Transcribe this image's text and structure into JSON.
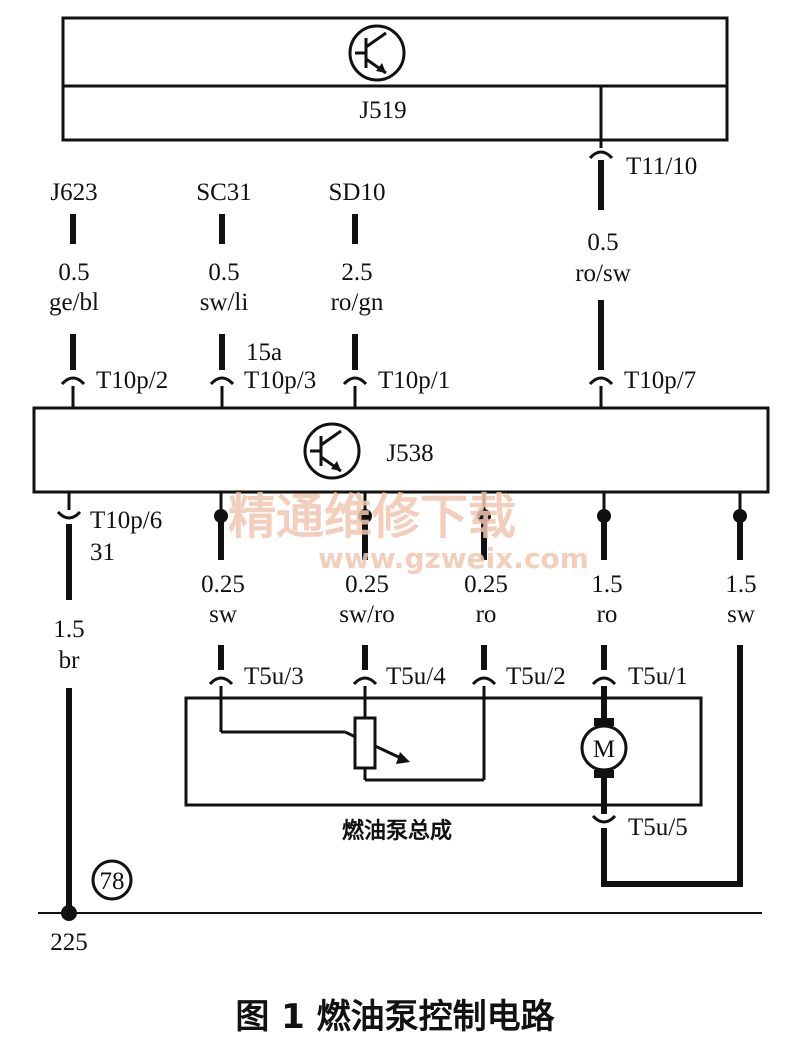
{
  "modules": {
    "j519": {
      "label": "J519"
    },
    "j538": {
      "label": "J538"
    }
  },
  "sources": {
    "j623": {
      "label": "J623",
      "gauge": "0.5",
      "color": "ge/bl",
      "connector": "T10p/2"
    },
    "sc31": {
      "label": "SC31",
      "gauge": "0.5",
      "color": "sw/li",
      "connector": "T10p/3",
      "terminal": "15a"
    },
    "sd10": {
      "label": "SD10",
      "gauge": "2.5",
      "color": "ro/gn",
      "connector": "T10p/1"
    },
    "j519_out": {
      "connector_top": "T11/10",
      "gauge": "0.5",
      "color": "ro/sw",
      "connector": "T10p/7"
    }
  },
  "outputs": {
    "ground": {
      "connector": "T10p/6",
      "terminal": "31",
      "gauge": "1.5",
      "color": "br"
    },
    "w1": {
      "gauge": "0.25",
      "color": "sw",
      "connector": "T5u/3"
    },
    "w2": {
      "gauge": "0.25",
      "color": "sw/ro",
      "connector": "T5u/4"
    },
    "w3": {
      "gauge": "0.25",
      "color": "ro",
      "connector": "T5u/2"
    },
    "w4": {
      "gauge": "1.5",
      "color": "ro",
      "connector": "T5u/1"
    },
    "w5": {
      "gauge": "1.5",
      "color": "sw"
    }
  },
  "pump": {
    "label": "燃油泵总成",
    "motor_symbol": "M",
    "connector_bottom": "T5u/5"
  },
  "ground_point": {
    "circle_label": "78",
    "number": "225"
  },
  "watermark": {
    "line1": "精通维修下载",
    "line2": "www.gzweix.com"
  },
  "caption": "图 1   燃油泵控制电路"
}
